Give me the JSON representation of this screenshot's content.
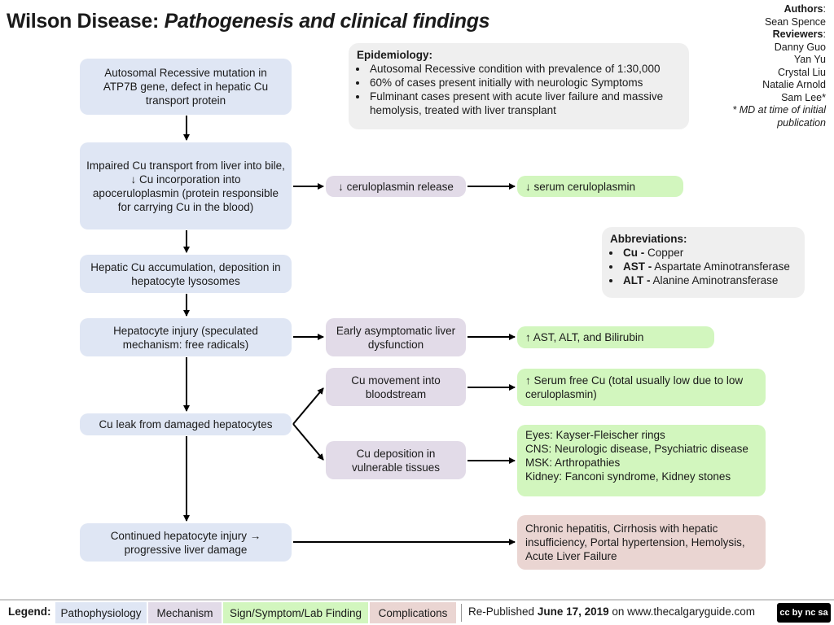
{
  "title": {
    "main": "Wilson Disease:",
    "sub": "Pathogenesis and clinical findings"
  },
  "authors": {
    "authors_label": "Authors",
    "author_names": [
      "Sean Spence"
    ],
    "reviewers_label": "Reviewers",
    "reviewer_names": [
      "Danny Guo",
      "Yan Yu",
      "Crystal Liu",
      "Natalie Arnold",
      "Sam Lee*"
    ],
    "note": "* MD at time of initial publication"
  },
  "epidemiology": {
    "heading": "Epidemiology:",
    "items": [
      "Autosomal Recessive condition with prevalence of 1:30,000",
      "60% of cases present initially with neurologic Symptoms",
      "Fulminant cases present with acute liver failure and massive hemolysis, treated with liver transplant"
    ]
  },
  "abbreviations": {
    "heading": "Abbreviations:",
    "items": [
      {
        "abbr": "Cu -",
        "full": "Copper"
      },
      {
        "abbr": "AST -",
        "full": "Aspartate Aminotransferase"
      },
      {
        "abbr": "ALT -",
        "full": "Alanine Aminotransferase"
      }
    ]
  },
  "pathophysiology": {
    "mutation": "Autosomal Recessive mutation in ATP7B gene, defect in hepatic Cu transport protein",
    "impaired": "Impaired Cu transport from liver into bile, ↓ Cu incorporation into apoceruloplasmin (protein responsible for carrying Cu in the blood)",
    "accumulation": "Hepatic Cu accumulation, deposition in hepatocyte lysosomes",
    "injury": "Hepatocyte injury (speculated mechanism: free radicals)",
    "leak": "Cu leak from damaged hepatocytes",
    "continued": "Continued hepatocyte injury → progressive liver damage"
  },
  "mechanism": {
    "ceruloplasmin_release": "↓ ceruloplasmin release",
    "early_dysfunction": "Early asymptomatic liver dysfunction",
    "cu_movement": "Cu movement into bloodstream",
    "cu_deposition": "Cu deposition in vulnerable tissues"
  },
  "signs": {
    "serum_ceruloplasmin": "↓ serum ceruloplasmin",
    "ast_alt": "↑ AST, ALT, and Bilirubin",
    "serum_free_cu": "↑ Serum free Cu (total usually low due to low ceruloplasmin)",
    "tissue_findings": [
      "Eyes: Kayser-Fleischer rings",
      "CNS: Neurologic disease, Psychiatric disease",
      "MSK: Arthropathies",
      "Kidney: Fanconi syndrome, Kidney stones"
    ]
  },
  "complications": {
    "liver": "Chronic hepatitis, Cirrhosis with hepatic insufficiency, Portal hypertension, Hemolysis, Acute Liver Failure"
  },
  "legend": {
    "label": "Legend:",
    "items": [
      "Pathophysiology",
      "Mechanism",
      "Sign/Symptom/Lab Finding",
      "Complications"
    ],
    "colors": [
      "#dfe6f4",
      "#e2dbe8",
      "#d2f6be",
      "#ead5d2"
    ],
    "published_prefix": "Re-Published",
    "published_date": "June 17, 2019",
    "published_suffix": "on www.thecalgaryguide.com",
    "license": "cc by nc sa"
  }
}
